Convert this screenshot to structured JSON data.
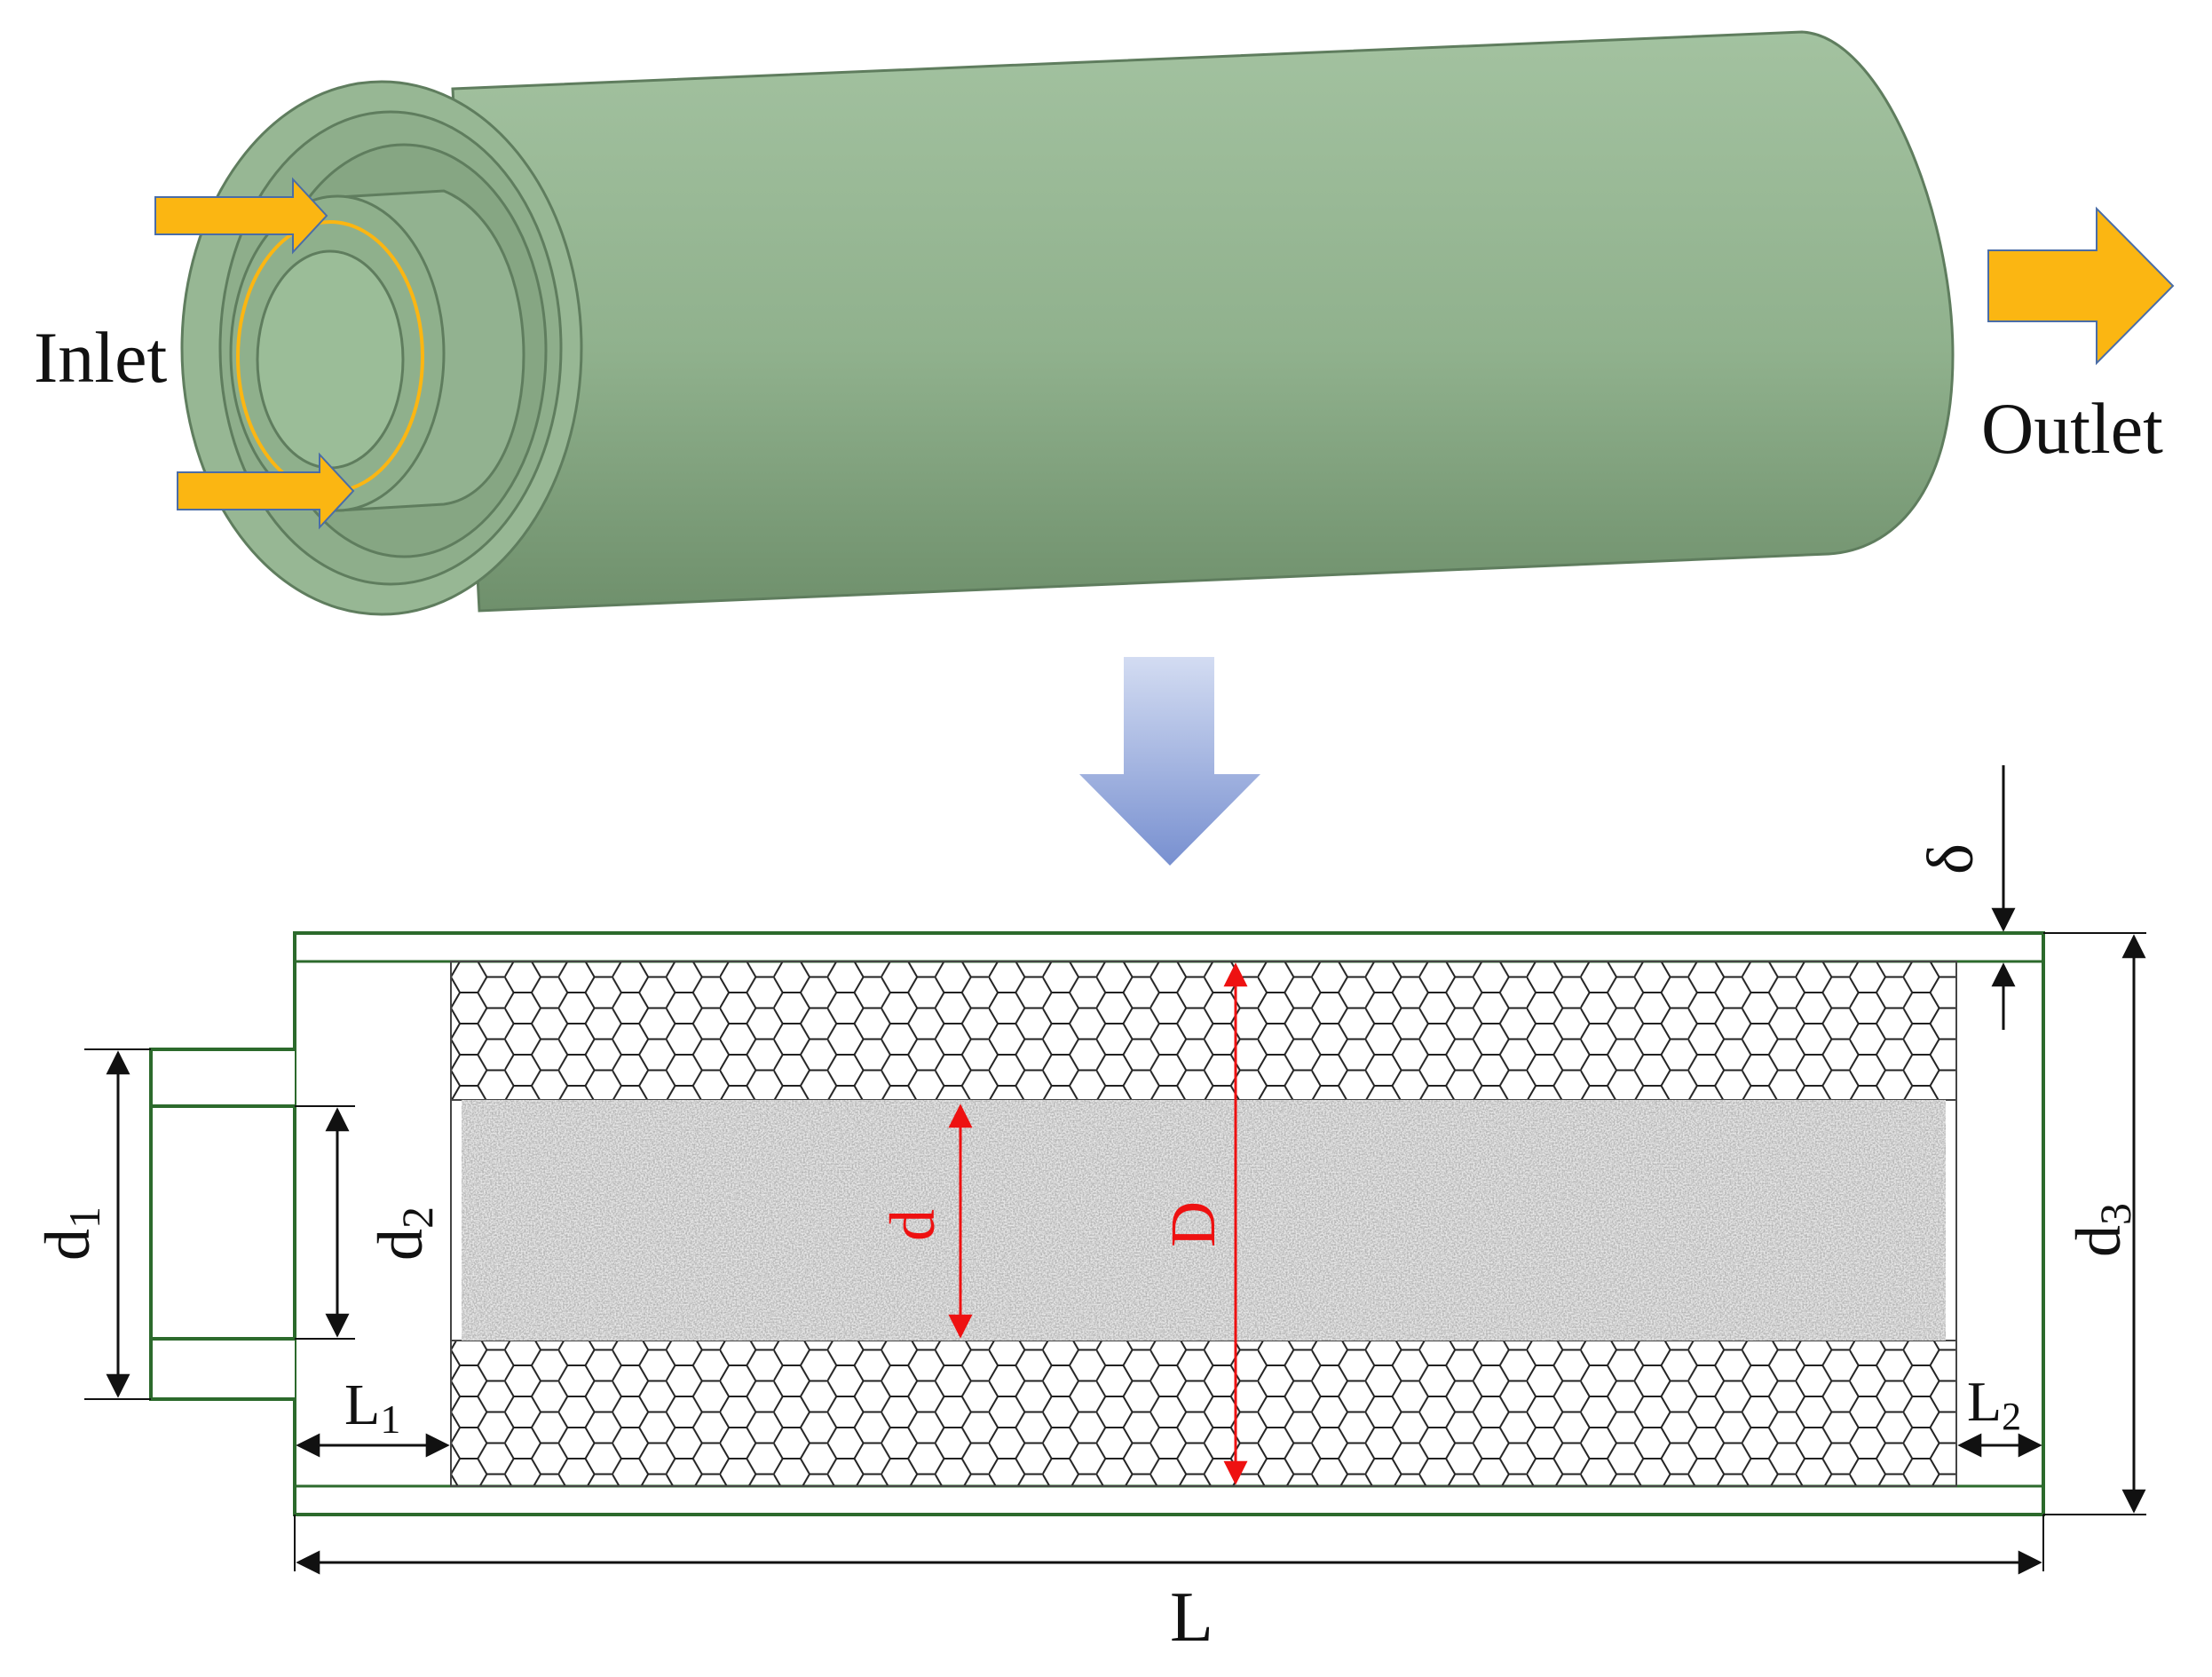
{
  "labels": {
    "inlet": "Inlet",
    "outlet": "Outlet",
    "L": "L",
    "L1_main": "L",
    "L1_sub": "1",
    "L2_main": "L",
    "L2_sub": "2",
    "d1_main": "d",
    "d1_sub": "1",
    "d2_main": "d",
    "d2_sub": "2",
    "d3_main": "d",
    "d3_sub": "3",
    "delta": "δ",
    "d": "d",
    "D": "D"
  },
  "colors": {
    "cylinder": "#94b592",
    "cylinder_shade": "#6f8f6d",
    "cylinder_outline": "#5f7d5e",
    "flow_arrow": "#fbb612",
    "flow_arrow_outline": "#4a6da7",
    "down_arrow_top": "#c9d4ee",
    "down_arrow_bottom": "#7b93d1",
    "pipe_line": "#2c6a2c",
    "red_dimension": "#ee1111",
    "porous_core": "#aaaaaa"
  }
}
